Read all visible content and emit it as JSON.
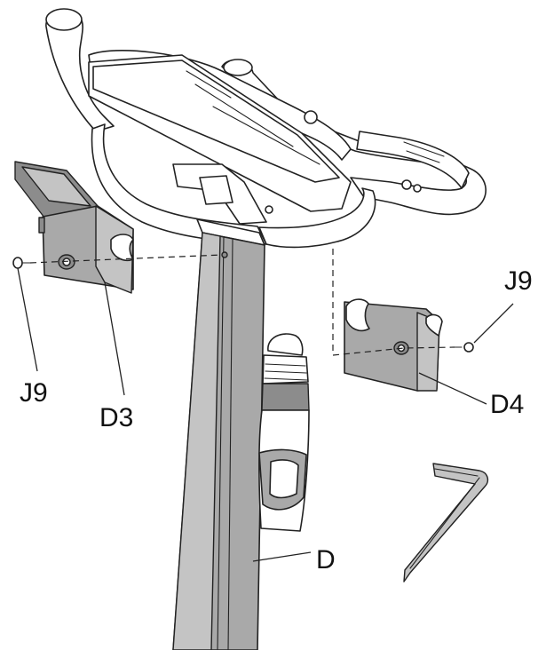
{
  "labels": {
    "screw_left": "J9",
    "cover_left": "D3",
    "screw_right": "J9",
    "cover_right": "D4",
    "upright": "D"
  }
}
